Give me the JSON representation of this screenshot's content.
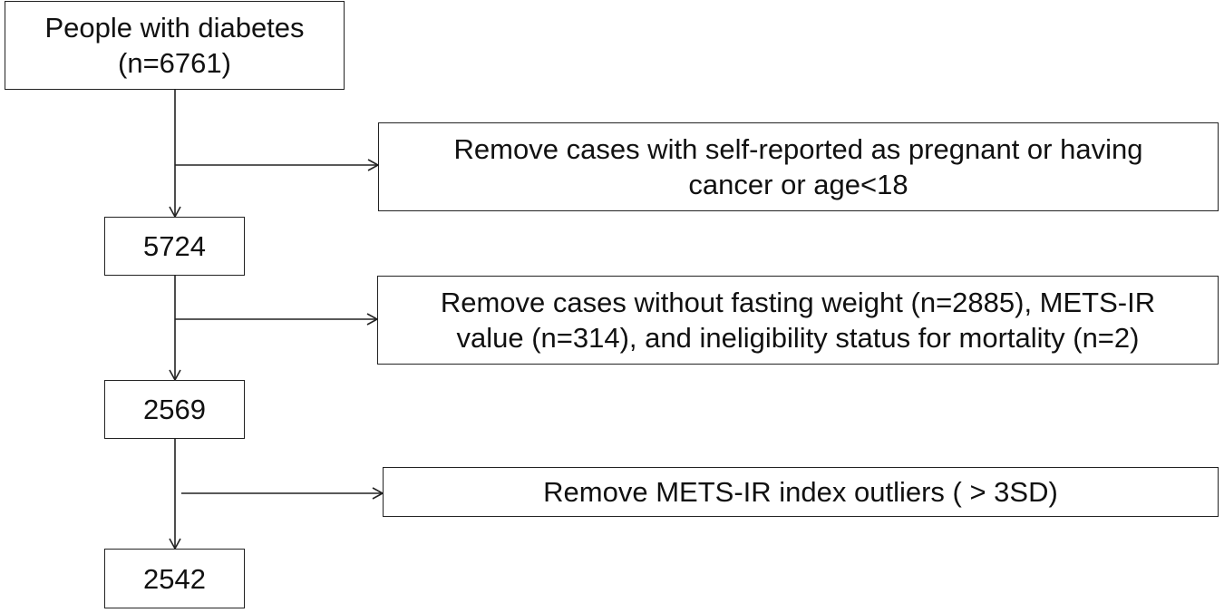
{
  "flowchart": {
    "start": {
      "line1": "People with diabetes",
      "line2": "(n=6761)"
    },
    "exclusions": [
      {
        "line1": "Remove cases with self-reported as pregnant or having",
        "line2": "cancer or age<18"
      },
      {
        "line1": "Remove cases without fasting weight (n=2885), METS-IR",
        "line2": "value (n=314), and ineligibility status for mortality (n=2)"
      },
      {
        "line1": "Remove METS-IR index outliers ( > 3SD)"
      }
    ],
    "counts": [
      "5724",
      "2569",
      "2542"
    ]
  }
}
